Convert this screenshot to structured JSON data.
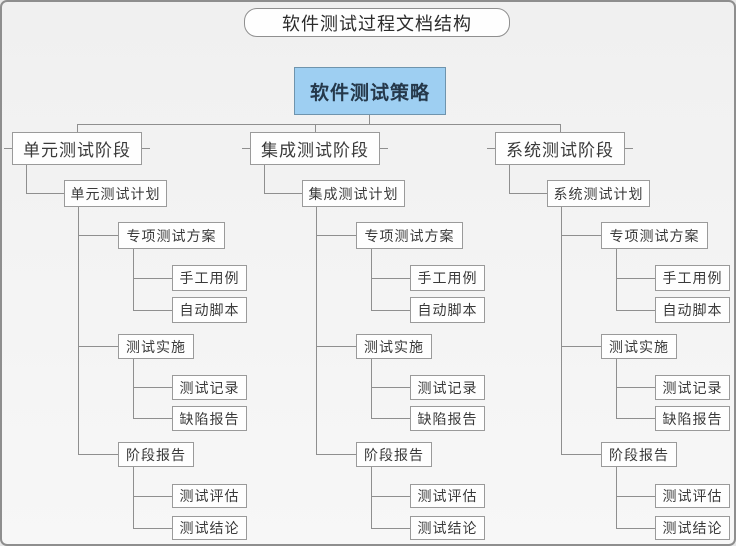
{
  "title": "软件测试过程文档结构",
  "root": {
    "label": "软件测试策略"
  },
  "columns": [
    {
      "phase": "单元测试阶段",
      "plan": "单元测试计划",
      "groups": [
        {
          "label": "专项测试方案",
          "children": [
            "手工用例",
            "自动脚本"
          ]
        },
        {
          "label": "测试实施",
          "children": [
            "测试记录",
            "缺陷报告"
          ]
        },
        {
          "label": "阶段报告",
          "children": [
            "测试评估",
            "测试结论"
          ]
        }
      ]
    },
    {
      "phase": "集成测试阶段",
      "plan": "集成测试计划",
      "groups": [
        {
          "label": "专项测试方案",
          "children": [
            "手工用例",
            "自动脚本"
          ]
        },
        {
          "label": "测试实施",
          "children": [
            "测试记录",
            "缺陷报告"
          ]
        },
        {
          "label": "阶段报告",
          "children": [
            "测试评估",
            "测试结论"
          ]
        }
      ]
    },
    {
      "phase": "系统测试阶段",
      "plan": "系统测试计划",
      "groups": [
        {
          "label": "专项测试方案",
          "children": [
            "手工用例",
            "自动脚本"
          ]
        },
        {
          "label": "测试实施",
          "children": [
            "测试记录",
            "缺陷报告"
          ]
        },
        {
          "label": "阶段报告",
          "children": [
            "测试评估",
            "测试结论"
          ]
        }
      ]
    }
  ],
  "colors": {
    "root_fill": "#9ecff2",
    "line": "#8f8f8f",
    "node_border": "#9a9a9a",
    "canvas_border": "#8e8e8e"
  }
}
